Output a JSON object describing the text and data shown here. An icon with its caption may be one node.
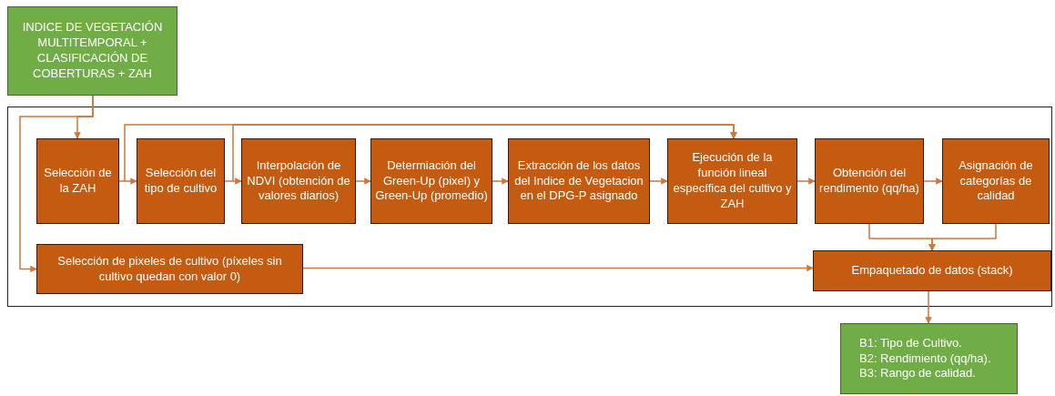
{
  "diagram": {
    "nodes": [
      {
        "text": [
          "INDICE DE VEGETACIÓN MULTITEMPORAL + CLASIFICACIÓN DE COBERTURAS + ZAH"
        ]
      },
      {
        "text": [],
        "shape": "box"
      },
      {
        "text": [
          "Selección de la ZAH"
        ],
        "in": 1
      },
      {
        "text": [
          "Selección del tipo de cultivo"
        ],
        "in": 1
      },
      {
        "text": [
          "Interpolación de NDVI (obtención de valores diarios)"
        ],
        "in": 1
      },
      {
        "text": [
          "Determiación del Green-Up (pixel) y Green-Up (promedio)"
        ],
        "in": 1
      },
      {
        "text": [
          "Extracción de los datos del Indice de Vegetacion en el DPG-P asignado"
        ],
        "in": 1
      },
      {
        "text": [
          "Ejecución de la función lineal específica del cultivo y ZAH"
        ],
        "in": 1
      },
      {
        "text": [
          "Obtención del rendimento (qq/ha)"
        ],
        "in": 1
      },
      {
        "text": [
          "Asignación de categorías de calidad"
        ],
        "in": 1
      },
      {
        "text": [
          "Selección de pixeles de cultivo (píxeles sin cultivo quedan con valor 0)"
        ],
        "in": 1
      },
      {
        "text": [
          "Empaquetado de datos (stack)"
        ],
        "in": 1
      },
      {
        "text": [
          "B1: Tipo de Cultivo.",
          "B2: Rendimiento (qq/ha).",
          "B3: Rango de calidad."
        ]
      }
    ],
    "edges": [
      {
        "from": 0,
        "to": 2,
        "arrow": "to"
      },
      {
        "from": 0,
        "to": 10,
        "arrow": "to"
      },
      {
        "from": 2,
        "to": 3,
        "arrow": "to"
      },
      {
        "from": 3,
        "to": 4,
        "arrow": "to"
      },
      {
        "from": 4,
        "to": 5,
        "arrow": "to"
      },
      {
        "from": 5,
        "to": 6,
        "arrow": "to"
      },
      {
        "from": 6,
        "to": 7,
        "arrow": "to"
      },
      {
        "from": 7,
        "to": 8,
        "arrow": "to"
      },
      {
        "from": 8,
        "to": 9,
        "arrow": "to"
      },
      {
        "from": 2,
        "to": 7,
        "arrow": "to"
      },
      {
        "from": 3,
        "to": 7,
        "arrow": "to"
      },
      {
        "from": 8,
        "to": 11,
        "arrow": "to"
      },
      {
        "from": 9,
        "to": 11,
        "arrow": "to"
      },
      {
        "from": 10,
        "to": 11,
        "arrow": "to"
      },
      {
        "from": 11,
        "to": 12,
        "arrow": "to"
      }
    ]
  }
}
